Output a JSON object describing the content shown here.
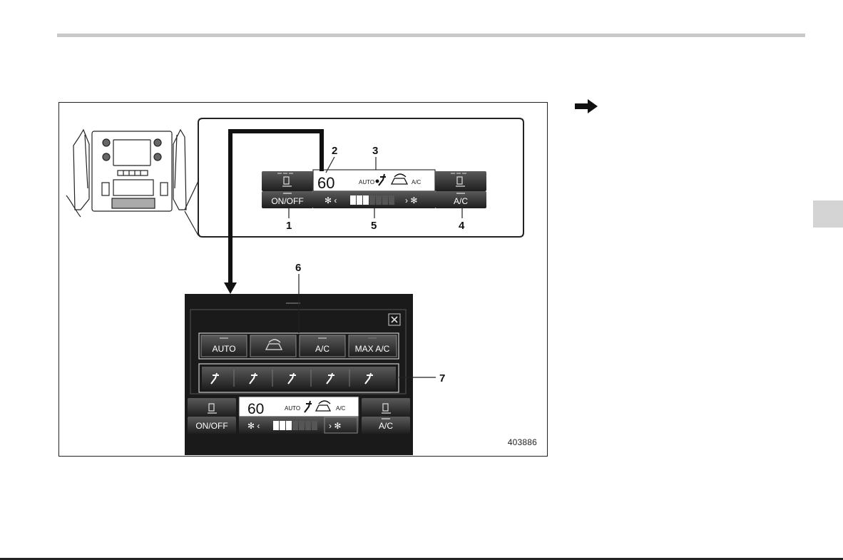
{
  "figure": {
    "id": "403886",
    "callouts": [
      "1",
      "2",
      "3",
      "4",
      "5",
      "6",
      "7"
    ],
    "panel": {
      "temperature": "60",
      "auto_label": "AUTO",
      "ac_label": "A/C",
      "on_off_button": "ON/OFF",
      "ac_button": "A/C",
      "fan_level": 0.43
    },
    "screen": {
      "mode_buttons": [
        "AUTO",
        "",
        "A/C",
        "MAX A/C"
      ],
      "vent_modes": [
        "face-vent-icon",
        "bi-level-vent-icon",
        "foot-face-vent-icon",
        "foot-vent-icon",
        "defrost-foot-vent-icon"
      ]
    }
  }
}
